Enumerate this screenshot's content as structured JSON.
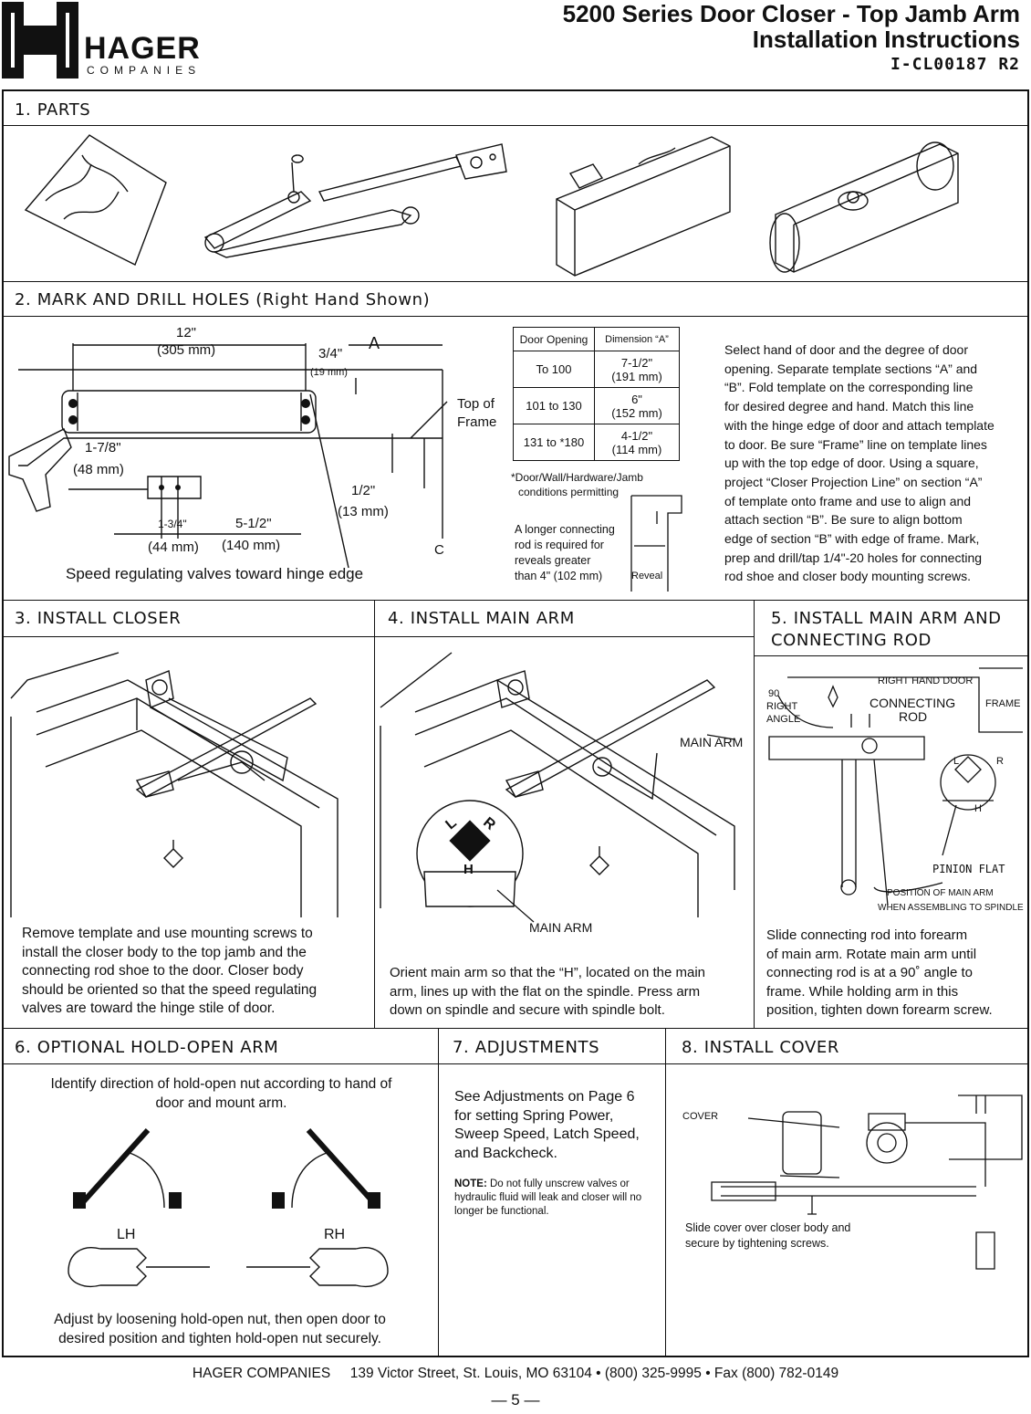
{
  "header": {
    "brand": "HAGER",
    "brand_sub": "COMPANIES",
    "title_line1": "5200 Series Door Closer - Top Jamb Arm",
    "title_line2": "Installation Instructions",
    "doc_code": "I-CL00187 R2"
  },
  "section1": {
    "title": "1. PARTS"
  },
  "section2": {
    "title": "2. MARK AND DRILL HOLES   (Right Hand Shown)",
    "dims": {
      "d12": "12\"",
      "d12mm": "(305 mm)",
      "d34": "3/4\"",
      "d34mm": "(19 mm)",
      "a": "A",
      "d178": "1-7/8\"",
      "d178mm": "(48 mm)",
      "d134": "1-3/4\"",
      "d134mm": "(44 mm)",
      "d512": "5-1/2\"",
      "d512mm": "(140 mm)",
      "d12b": "1/2\"",
      "d12bmm": "(13 mm)",
      "top_frame_1": "Top of",
      "top_frame_2": "Frame",
      "cl": "C",
      "valves": "Speed regulating valves toward hinge edge"
    },
    "table": {
      "headers": [
        "Door Opening",
        "Dimension “A”"
      ],
      "rows": [
        {
          "opening": "To 100",
          "in": "7-1/2\"",
          "mm": "(191 mm)"
        },
        {
          "opening": "101 to 130",
          "in": "6\"",
          "mm": "(152 mm)"
        },
        {
          "opening": "131 to *180",
          "in": "4-1/2\"",
          "mm": "(114 mm)"
        }
      ],
      "footnote_1": "*Door/Wall/Hardware/Jamb",
      "footnote_2": "conditions permitting"
    },
    "reveal_note_lines": [
      "A longer connecting",
      "rod is required for",
      "reveals greater",
      "than 4\" (102 mm)"
    ],
    "reveal_label": "Reveal",
    "instructions_lines": [
      "Select hand of door and the degree of door",
      "opening. Separate template sections “A” and",
      "“B”.  Fold template on the corresponding line",
      "for desired degree and hand. Match this line",
      "with the hinge edge of door and attach template",
      "to door.  Be sure “Frame” line on template lines",
      "up with the top edge of door. Using a square,",
      "project “Closer Projection Line” on section “A”",
      "of template onto frame and use to align and",
      "attach section “B”. Be sure to align bottom",
      "edge of section “B” with edge of frame. Mark,",
      "prep and drill/tap 1/4\"-20 holes for connecting",
      "rod shoe and closer body mounting screws."
    ]
  },
  "section3": {
    "title": "3. INSTALL CLOSER",
    "text_lines": [
      "Remove template and use mounting screws to",
      "install the closer body to the top jamb and the",
      "connecting rod shoe to the door. Closer body",
      "should be oriented so that the speed regulating",
      "valves are toward the hinge stile of door."
    ]
  },
  "section4": {
    "title": "4. INSTALL MAIN ARM",
    "label_main_arm_top": "MAIN ARM",
    "label_main_arm_bottom": "MAIN ARM",
    "spindle_h": "H",
    "spindle_r": "R",
    "spindle_l": "L",
    "text_lines": [
      "Orient main arm so that the “H”, located on the main",
      "arm, lines up with the flat on the spindle. Press arm",
      "down on spindle and secure with spindle bolt."
    ]
  },
  "section5": {
    "title_line1": "5. INSTALL MAIN ARM AND",
    "title_line2": "CONNECTING ROD",
    "right_hand_door": "RIGHT HAND DOOR",
    "frame": "FRAME",
    "angle_1": "90",
    "angle_2": "RIGHT",
    "angle_3": "ANGLE",
    "rod_1": "CONNECTING",
    "rod_2": "ROD",
    "pinion": "PINION FLAT",
    "position_1": "POSITION OF MAIN ARM",
    "position_2": "WHEN ASSEMBLING TO SPINDLE",
    "h": "H",
    "l": "L",
    "r": "R",
    "text_lines": [
      "Slide connecting rod into forearm",
      "of main arm. Rotate main arm until",
      "connecting rod is at a 90˚ angle to",
      "frame. While holding arm in this",
      "position, tighten down forearm screw."
    ]
  },
  "section6": {
    "title": "6. OPTIONAL HOLD-OPEN ARM",
    "intro_lines": [
      "Identify direction of hold-open nut according to hand of",
      "door and mount arm."
    ],
    "lh": "LH",
    "rh": "RH",
    "outro_lines": [
      "Adjust by loosening hold-open nut, then open door to",
      "desired position and tighten hold-open nut securely."
    ]
  },
  "section7": {
    "title": "7. ADJUSTMENTS",
    "text_lines": [
      "See Adjustments on Page 6",
      "for setting Spring Power,",
      "Sweep Speed, Latch Speed,",
      "and Backcheck."
    ],
    "note_label": "NOTE:",
    "note_lines": [
      " Do not fully unscrew valves or",
      "hydraulic fluid will leak and closer will no",
      "longer be functional."
    ]
  },
  "section8": {
    "title": "8. INSTALL COVER",
    "cover_label": "COVER",
    "text_lines": [
      "Slide cover over closer body and",
      "secure by tightening screws."
    ]
  },
  "footer": {
    "company": "HAGER COMPANIES",
    "address": "139 Victor Street, St. Louis, MO 63104 • (800) 325-9995 • Fax (800) 782-0149",
    "page": "— 5 —"
  }
}
